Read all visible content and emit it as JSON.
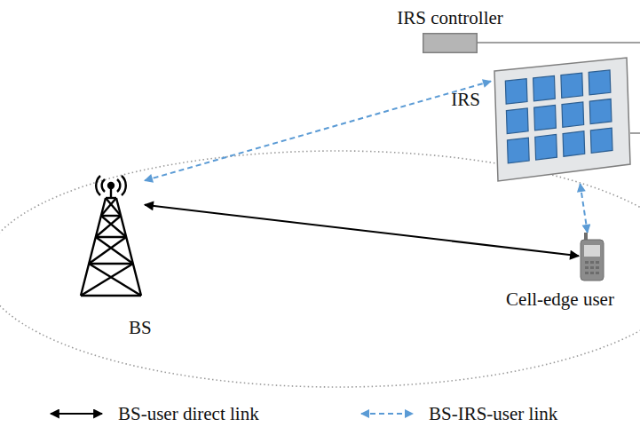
{
  "diagram": {
    "nodes": [
      {
        "text": [
          "IRS controller"
        ]
      },
      {
        "text": [
          "IRS"
        ]
      },
      {
        "text": [
          "BS"
        ]
      },
      {
        "text": [
          "Cell-edge user"
        ]
      }
    ],
    "edges": [
      {
        "from": 2,
        "to": 3,
        "arrow": "both"
      },
      {
        "from": 2,
        "to": 1,
        "arrow": "both"
      },
      {
        "from": 1,
        "to": 3,
        "arrow": "both"
      }
    ],
    "legend": [
      {
        "text": "BS-user direct link"
      },
      {
        "text": "BS-IRS-user link"
      }
    ]
  }
}
